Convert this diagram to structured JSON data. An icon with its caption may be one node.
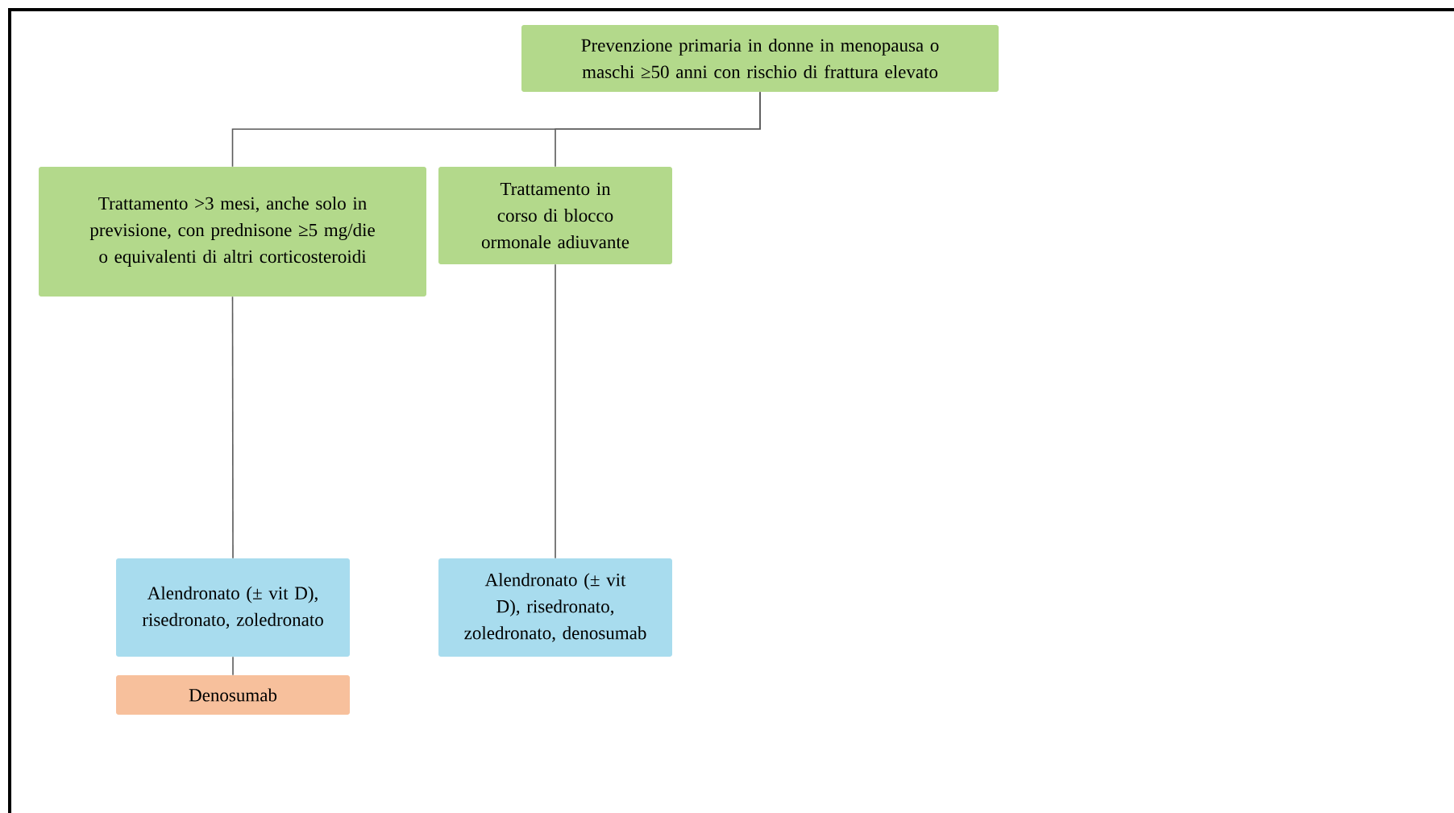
{
  "diagram": {
    "nodes": [
      {
        "text": [
          "Prevenzione primaria in donne in menopausa o maschi ≥50 anni con rischio di frattura elevato"
        ]
      },
      {
        "text": [
          "Trattamento >3 mesi, anche solo in previsione, con prednisone ≥5 mg/die o equivalenti di altri corticosteroidi"
        ]
      },
      {
        "text": [
          "Trattamento in corso di blocco ormonale adiuvante"
        ]
      },
      {
        "text": [
          "Alendronato (± vit D), risedronato, zoledronato"
        ]
      },
      {
        "text": [
          "Alendronato (± vit D), risedronato, zoledronato, denosumab"
        ]
      },
      {
        "text": [
          "Denosumab"
        ]
      }
    ],
    "edges": [
      {
        "from": 0,
        "to": 1,
        "arrow": "none"
      },
      {
        "from": 0,
        "to": 2,
        "arrow": "none"
      },
      {
        "from": 1,
        "to": 3,
        "arrow": "none"
      },
      {
        "from": 2,
        "to": 4,
        "arrow": "none"
      },
      {
        "from": 3,
        "to": 5,
        "arrow": "none"
      }
    ]
  }
}
